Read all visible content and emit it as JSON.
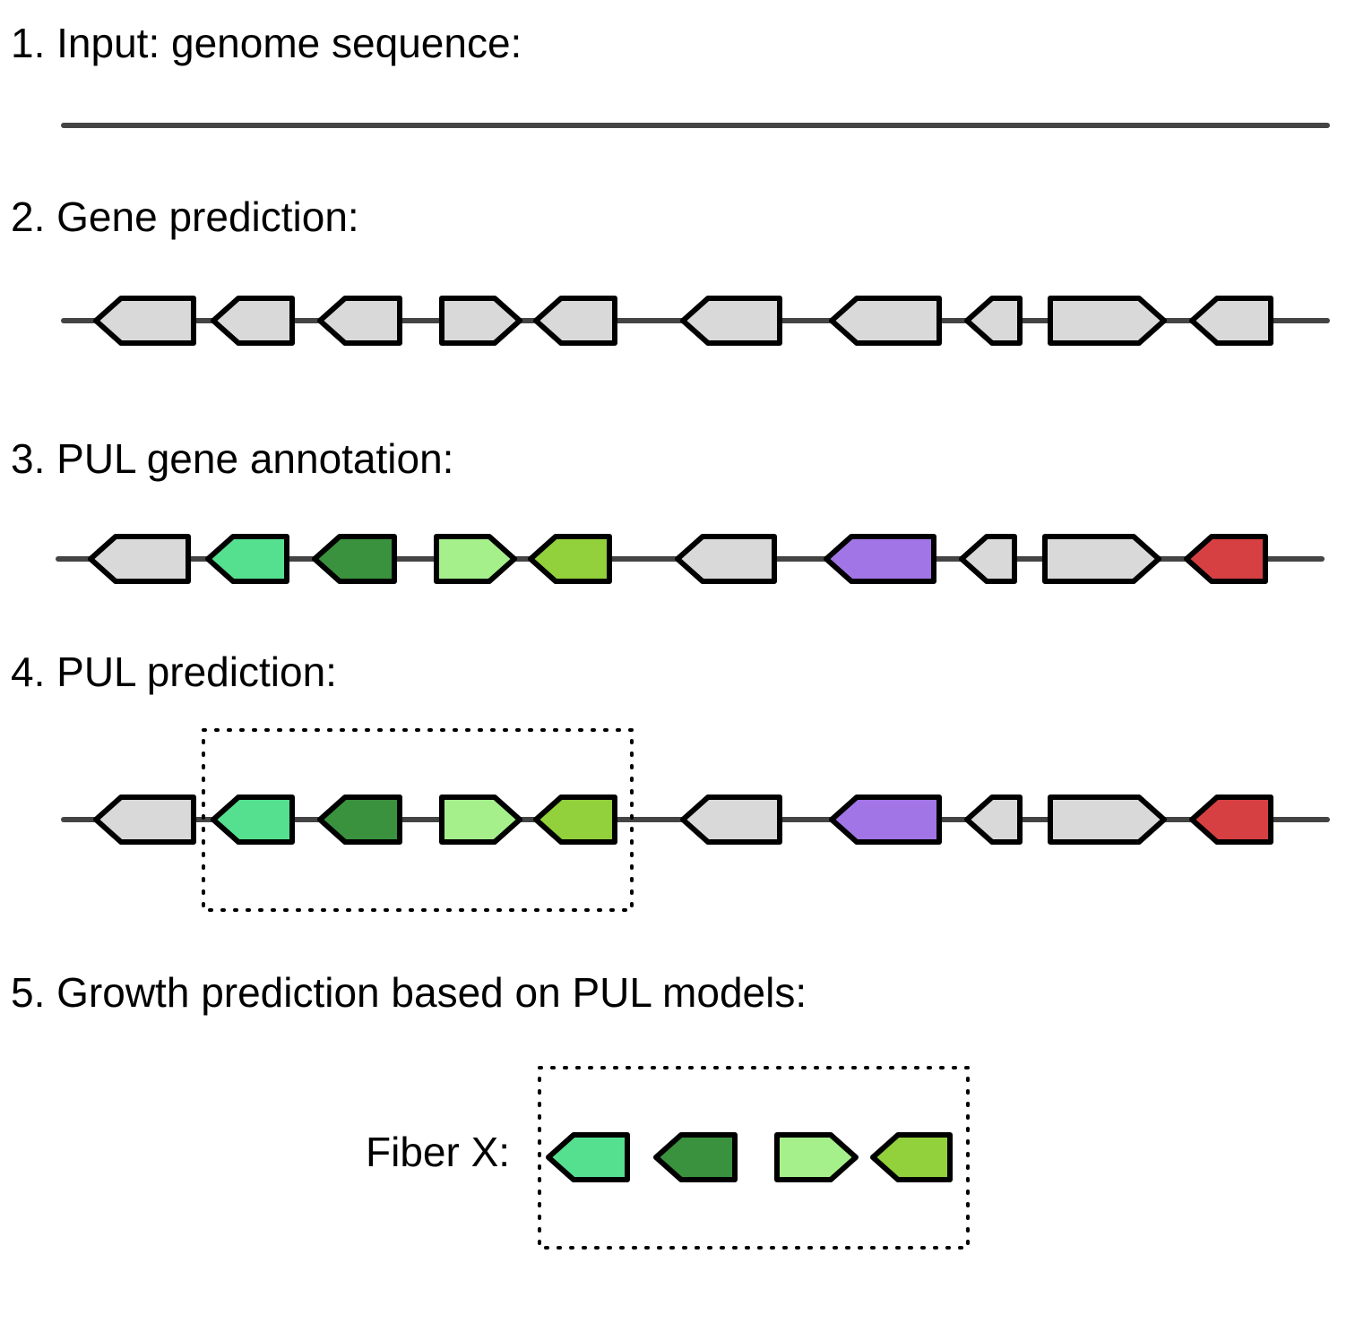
{
  "steps": [
    {
      "label": "1. Input: genome sequence:"
    },
    {
      "label": "2. Gene prediction:"
    },
    {
      "label": "3. PUL gene annotation:"
    },
    {
      "label": "4. PUL prediction:"
    },
    {
      "label": "5. Growth prediction based on PUL models:"
    }
  ],
  "fiber_label": "Fiber X:",
  "colors": {
    "backbone": "#444444",
    "outline": "#000000",
    "unannotated": "#d9d9d9",
    "teal_green": "#55e090",
    "dark_green": "#3a923e",
    "light_green": "#a6f08c",
    "lime_green": "#92d03c",
    "purple": "#a275e6",
    "red": "#d64042"
  },
  "tracks": {
    "gene_prediction": [
      {
        "strand": "-",
        "color": "unannotated"
      },
      {
        "strand": "-",
        "color": "unannotated"
      },
      {
        "strand": "-",
        "color": "unannotated"
      },
      {
        "strand": "+",
        "color": "unannotated"
      },
      {
        "strand": "-",
        "color": "unannotated"
      },
      {
        "strand": "-",
        "color": "unannotated"
      },
      {
        "strand": "-",
        "color": "unannotated"
      },
      {
        "strand": "-",
        "color": "unannotated"
      },
      {
        "strand": "+",
        "color": "unannotated"
      },
      {
        "strand": "-",
        "color": "unannotated"
      }
    ],
    "pul_annotation": [
      {
        "strand": "-",
        "color": "unannotated"
      },
      {
        "strand": "-",
        "color": "teal_green"
      },
      {
        "strand": "-",
        "color": "dark_green"
      },
      {
        "strand": "+",
        "color": "light_green"
      },
      {
        "strand": "-",
        "color": "lime_green"
      },
      {
        "strand": "-",
        "color": "unannotated"
      },
      {
        "strand": "-",
        "color": "purple"
      },
      {
        "strand": "-",
        "color": "unannotated"
      },
      {
        "strand": "+",
        "color": "unannotated"
      },
      {
        "strand": "-",
        "color": "red"
      }
    ],
    "fiber_model": [
      {
        "strand": "-",
        "color": "teal_green"
      },
      {
        "strand": "-",
        "color": "dark_green"
      },
      {
        "strand": "+",
        "color": "light_green"
      },
      {
        "strand": "-",
        "color": "lime_green"
      }
    ]
  }
}
